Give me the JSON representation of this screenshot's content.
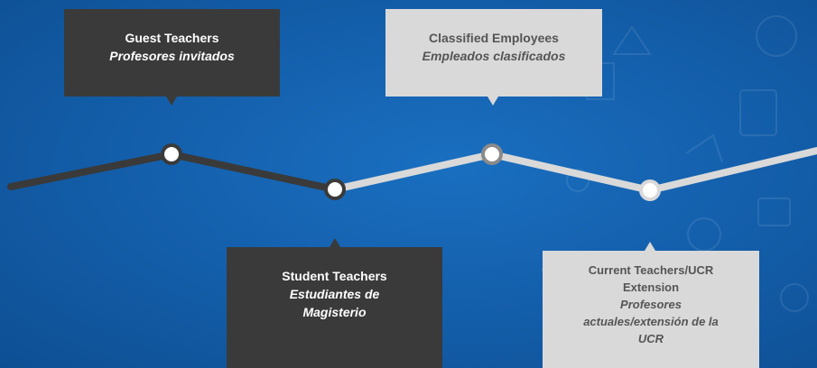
{
  "colors": {
    "background": "#1460ad",
    "dark_segment": "#3a3a3a",
    "light_segment": "#d9d9d9",
    "dark_box": "#3a3a3a",
    "light_box": "#d9d9d9"
  },
  "milestones": [
    {
      "title": "Guest Teachers",
      "subtitle": "Profesores invitados",
      "style": "dark"
    },
    {
      "title": "Student Teachers",
      "subtitle": "Estudiantes de Magisterio",
      "style": "dark"
    },
    {
      "title": "Classified Employees",
      "subtitle": "Empleados clasificados",
      "style": "light"
    },
    {
      "title": "Current Teachers/UCR Extension",
      "subtitle": "Profesores actuales/extensión de la UCR",
      "style": "light"
    }
  ]
}
